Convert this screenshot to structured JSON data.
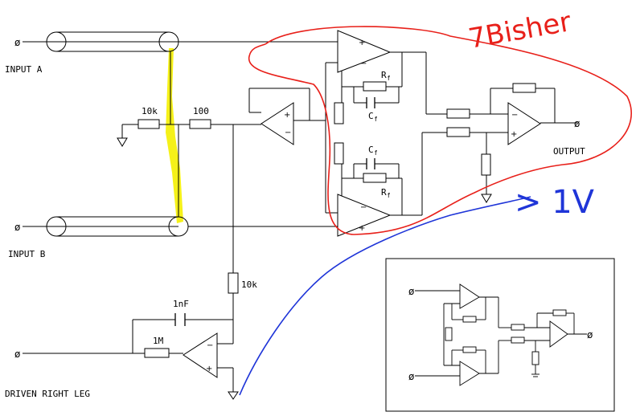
{
  "labels": {
    "input_a": "INPUT A",
    "input_b": "INPUT B",
    "output": "OUTPUT",
    "driven_right_leg": "DRIVEN RIGHT LEG",
    "r_10k_top": "10k",
    "r_100": "100",
    "r_10k_drl": "10k",
    "c_1nf": "1nF",
    "r_1m": "1M",
    "rf_top": "R",
    "rf_top_sub": "f",
    "cf_top": "C",
    "cf_top_sub": "f",
    "cf_bot": "C",
    "cf_bot_sub": "f",
    "rf_bot": "R",
    "rf_bot_sub": "f",
    "conn_symbol": "ø"
  },
  "annotations": {
    "red_text": "7Bisher",
    "blue_text": "> 1V"
  },
  "colors": {
    "wire": "#000000",
    "highlight": "#f4f000",
    "red_annotation": "#e8201a",
    "blue_annotation": "#1f35d8"
  }
}
